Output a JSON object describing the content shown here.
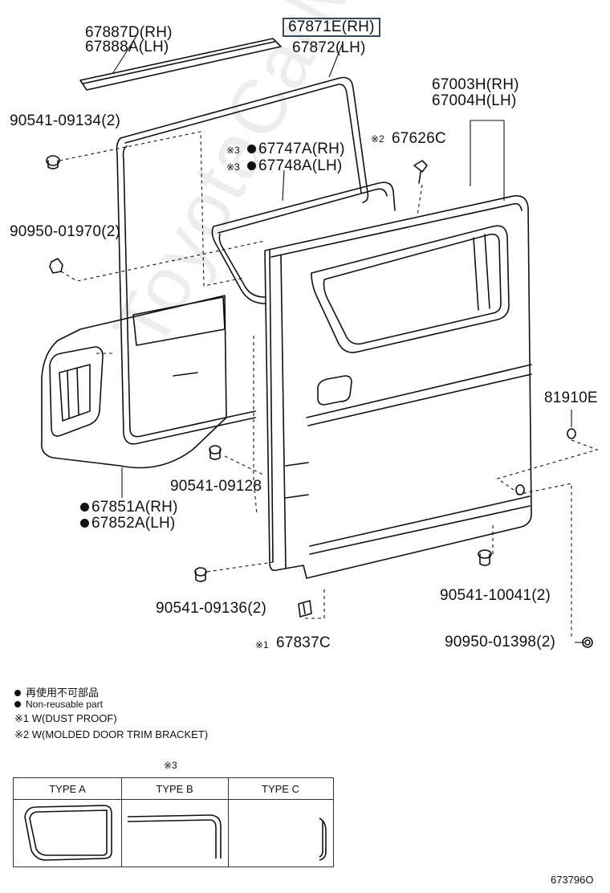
{
  "callouts": {
    "weatherstrip_rh": "67887D(RH)",
    "weatherstrip_lh": "67888A(LH)",
    "seal_rh": "67871E(RH)",
    "seal_lh": "67872(LH)",
    "door_panel_rh": "67003H(RH)",
    "door_panel_lh": "67004H(LH)",
    "clip_1": "90541-09134(2)",
    "clip_2": "90950-01970(2)",
    "bracket_note": "※2",
    "bracket": "67626C",
    "glass_seal_note": "※3",
    "glass_seal_rh": "67747A(RH)",
    "glass_seal_lh": "67748A(LH)",
    "plug": "81910E",
    "cushion": "90541-09128",
    "service_hole_cover_rh": "67851A(RH)",
    "service_hole_cover_lh": "67852A(LH)",
    "stopper": "90541-10041(2)",
    "cushion_2": "90541-09136(2)",
    "hinge_note": "※1",
    "hinge": "67837C",
    "grommet": "90950-01398(2)"
  },
  "legend": {
    "non_reusable_jp": "再使用不可部品",
    "non_reusable_en": "Non-reusable part",
    "note1": "※1 W(DUST PROOF)",
    "note2": "※2 W(MOLDED DOOR TRIM BRACKET)",
    "type_note": "※3"
  },
  "type_table": {
    "headers": [
      "TYPE A",
      "TYPE B",
      "TYPE C"
    ]
  },
  "drawing_number": "673796O",
  "watermark": "ToyotaCarMini.ru"
}
